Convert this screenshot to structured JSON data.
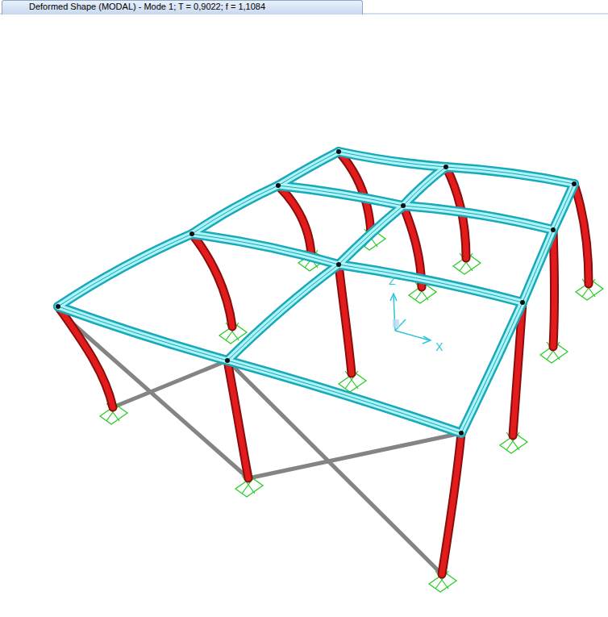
{
  "diagram": {
    "title": "Deformed Shape (MODAL) - Mode 1; T = 0,9022;  f = 1,1084",
    "labels": [
      "Z",
      "X"
    ]
  }
}
